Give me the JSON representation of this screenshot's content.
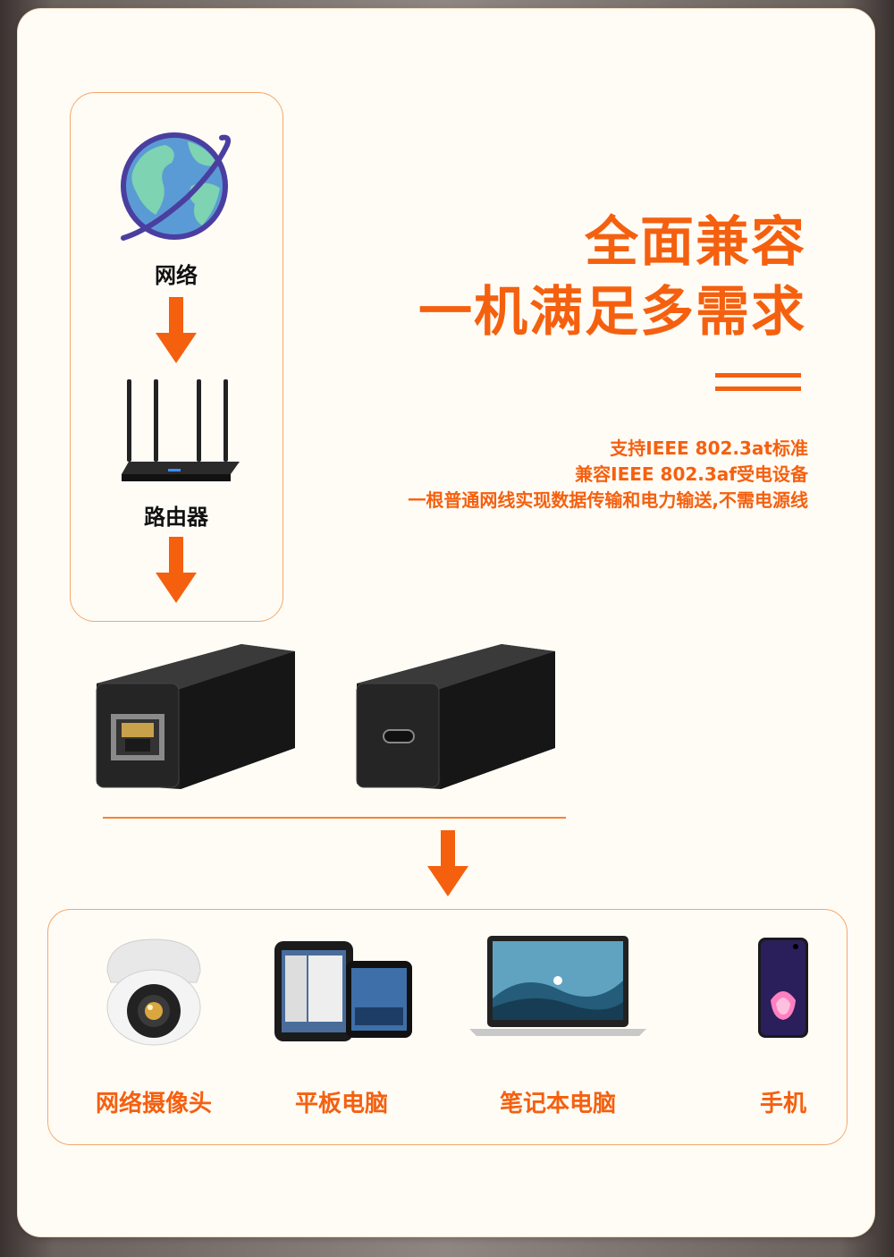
{
  "flow": {
    "network_label": "网络",
    "router_label": "路由器"
  },
  "headline": {
    "line1": "全面兼容",
    "line2": "一机满足多需求"
  },
  "description": {
    "line1": "支持IEEE 802.3at标准",
    "line2": "兼容IEEE 802.3af受电设备",
    "line3": "一根普通网线实现数据传输和电力输送,不需电源线"
  },
  "devices": [
    {
      "label": "网络摄像头",
      "icon": "ip-camera-icon"
    },
    {
      "label": "平板电脑",
      "icon": "tablet-icon"
    },
    {
      "label": "笔记本电脑",
      "icon": "laptop-icon"
    },
    {
      "label": "手机",
      "icon": "phone-icon"
    }
  ],
  "colors": {
    "accent": "#f5600f",
    "border": "#f5a76a",
    "globe_land": "#7ed3b2",
    "globe_ocean": "#5b9bd5",
    "globe_ring": "#4a3fa0"
  }
}
